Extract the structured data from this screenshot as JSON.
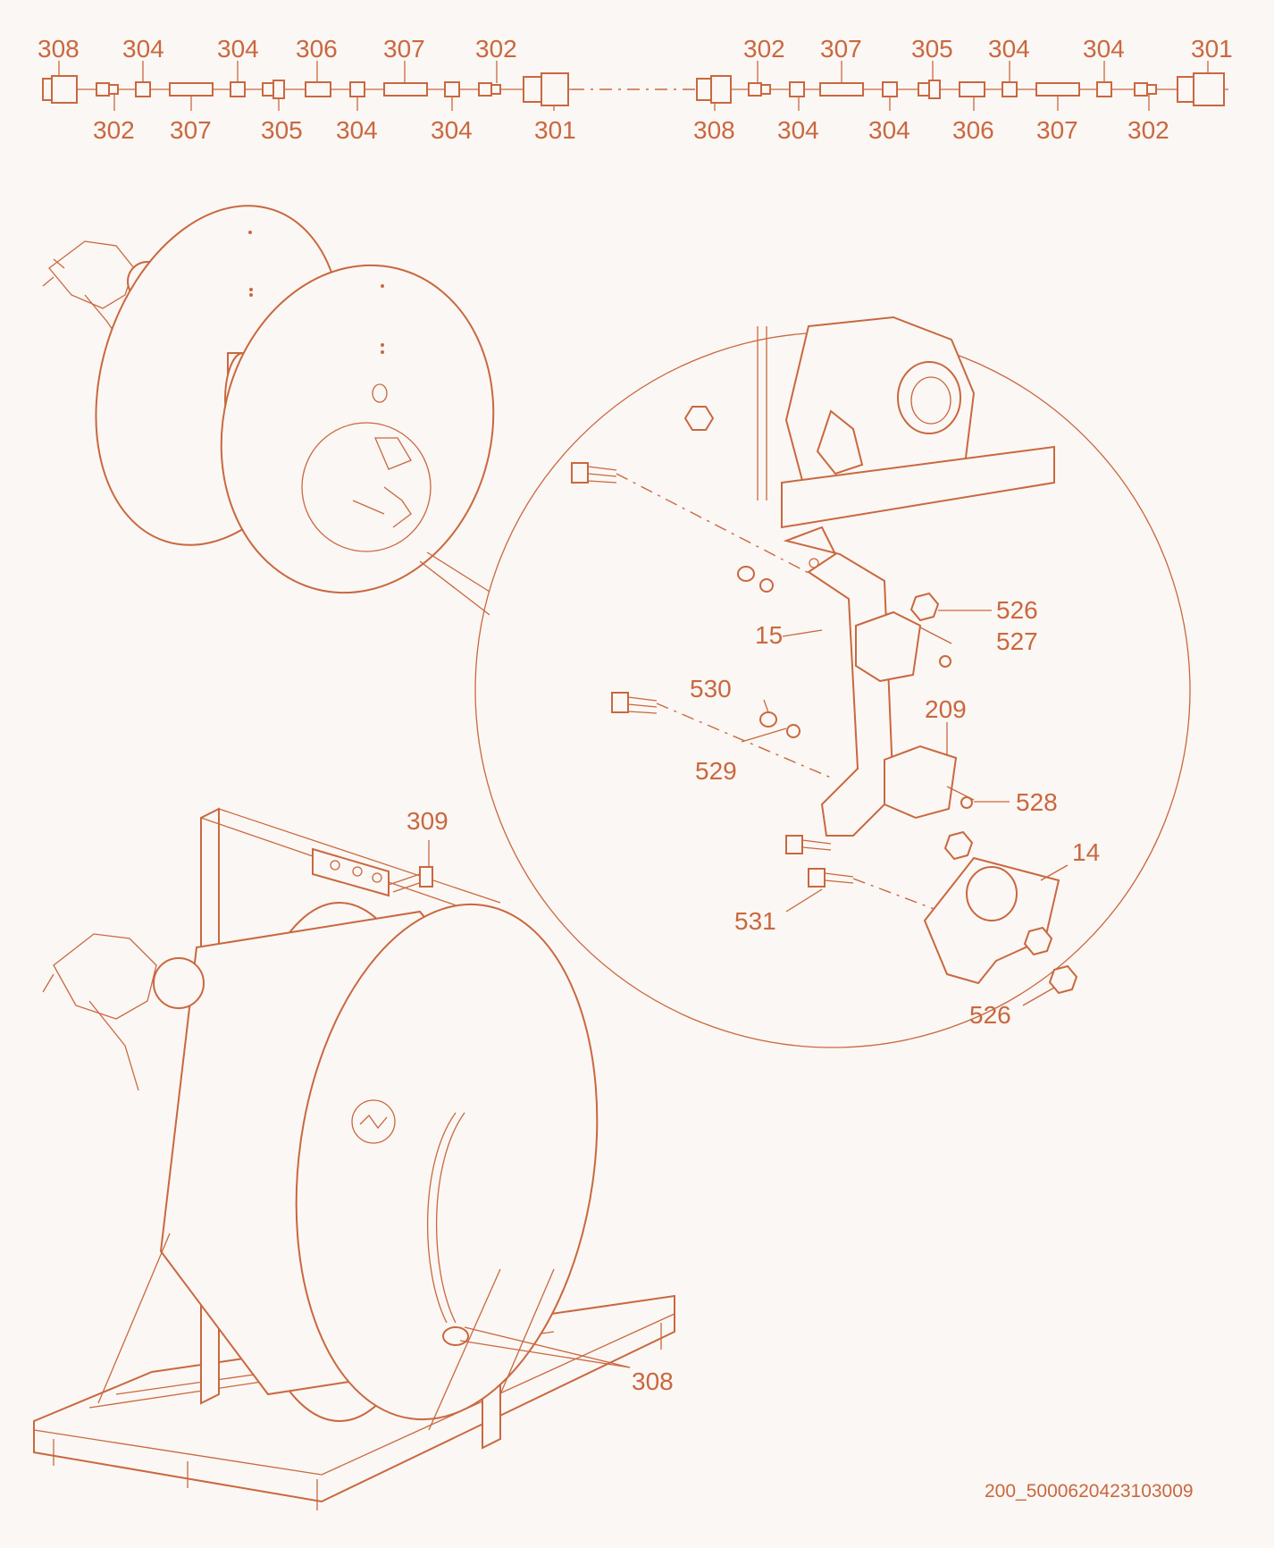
{
  "title": "",
  "document_id": "200_5000620423103009",
  "colors": {
    "line": "#c9683f",
    "background": "#fbf7f4"
  },
  "hose_assembly_left": {
    "top_labels": [
      "308",
      "304",
      "304",
      "306",
      "307",
      "302"
    ],
    "bottom_labels": [
      "302",
      "307",
      "305",
      "304",
      "304",
      "301"
    ]
  },
  "hose_assembly_right": {
    "top_labels": [
      "302",
      "307",
      "305",
      "304",
      "304",
      "301"
    ],
    "bottom_labels": [
      "308",
      "304",
      "304",
      "306",
      "307",
      "302"
    ]
  },
  "detail_callouts": {
    "bracket": "15",
    "nut_top": "526",
    "nut_top_2": "527",
    "washer_upper": "530",
    "washer_lower": "529",
    "clamp": "209",
    "bolt_clamp": "528",
    "mount_plate": "14",
    "bolt_lower": "531",
    "nut_bottom": "526"
  },
  "reel_callouts": {
    "swivel": "309",
    "coupler": "308"
  }
}
